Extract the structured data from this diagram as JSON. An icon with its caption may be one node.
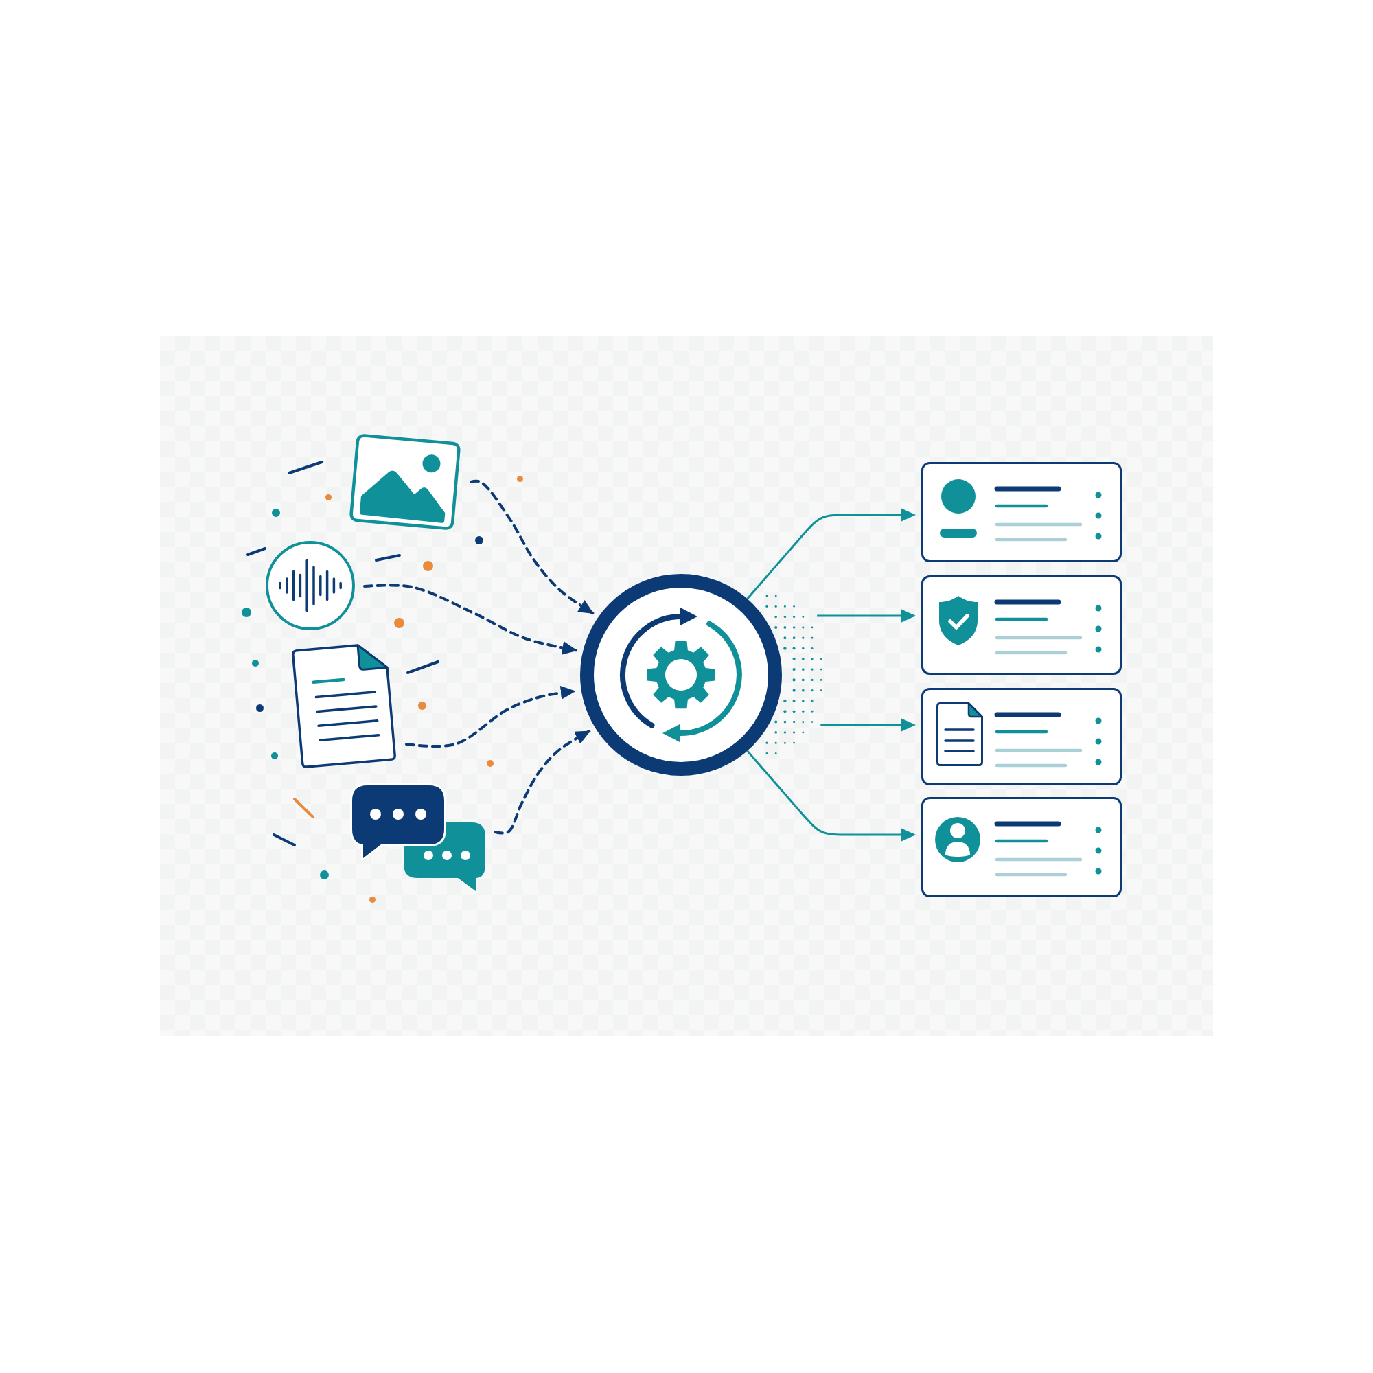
{
  "diagram": {
    "nodes": [
      {
        "text": [],
        "shape": "picture"
      },
      {
        "text": [],
        "shape": "circle"
      },
      {
        "text": [],
        "shape": "picture"
      },
      {
        "text": [],
        "shape": "picture"
      },
      {
        "text": [],
        "shape": "circle"
      },
      {
        "text": [],
        "shape": "box"
      },
      {
        "text": [],
        "shape": "box"
      },
      {
        "text": [],
        "shape": "box"
      },
      {
        "text": [],
        "shape": "box"
      }
    ],
    "edges": [
      {
        "from": 0,
        "to": 4,
        "arrow": "to",
        "style": "dashed"
      },
      {
        "from": 1,
        "to": 4,
        "arrow": "to",
        "style": "dashed"
      },
      {
        "from": 2,
        "to": 4,
        "arrow": "to",
        "style": "dashed"
      },
      {
        "from": 3,
        "to": 4,
        "arrow": "to",
        "style": "dashed"
      },
      {
        "from": 4,
        "to": 5,
        "arrow": "to",
        "color": "#10919a"
      },
      {
        "from": 4,
        "to": 6,
        "arrow": "to",
        "color": "#10919a"
      },
      {
        "from": 4,
        "to": 7,
        "arrow": "to",
        "color": "#10919a"
      },
      {
        "from": 4,
        "to": 8,
        "arrow": "to",
        "color": "#10919a"
      }
    ]
  }
}
